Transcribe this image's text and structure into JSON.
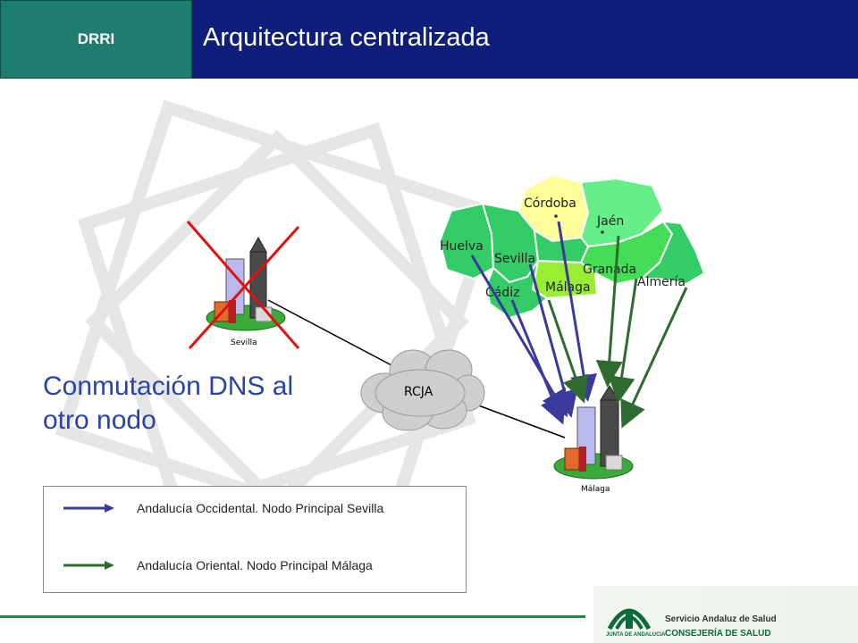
{
  "header": {
    "tag": "DRRI",
    "title": "Arquitectura centralizada"
  },
  "diagram": {
    "node_sevilla_label": "Sevilla",
    "node_malaga_label": "Málaga",
    "cloud_label": "RCJA",
    "provinces": [
      "Córdoba",
      "Jaén",
      "Huelva",
      "Sevilla",
      "Granada",
      "Cádiz",
      "Málaga",
      "Almería"
    ],
    "caption_line1": "Conmutación DNS al",
    "caption_line2": "otro nodo",
    "colors": {
      "western_arrow": "#3a3a9c",
      "eastern_arrow": "#2e6b2e",
      "failure_cross": "#e01010",
      "caption": "#2a43a8"
    }
  },
  "legend": {
    "items": [
      {
        "label": "Andalucía Occidental. Nodo Principal Sevilla",
        "color": "#3a3a9c"
      },
      {
        "label": "Andalucía Oriental. Nodo Principal Málaga",
        "color": "#2e6b2e"
      }
    ]
  },
  "footer": {
    "org_line1": "Servicio Andaluz de Salud",
    "org_line2": "CONSEJERÍA DE SALUD",
    "seal_text": "JUNTA DE ANDALUCIA"
  }
}
